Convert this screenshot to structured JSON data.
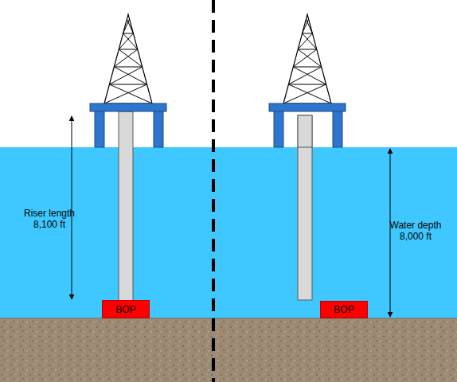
{
  "diagram": {
    "nodes": [
      {
        "text": [
          "BOP"
        ]
      },
      {
        "text": [
          "BOP"
        ]
      }
    ],
    "labels": [
      "Riser length 8,100 ft",
      "Water depth 8,000 ft"
    ]
  }
}
